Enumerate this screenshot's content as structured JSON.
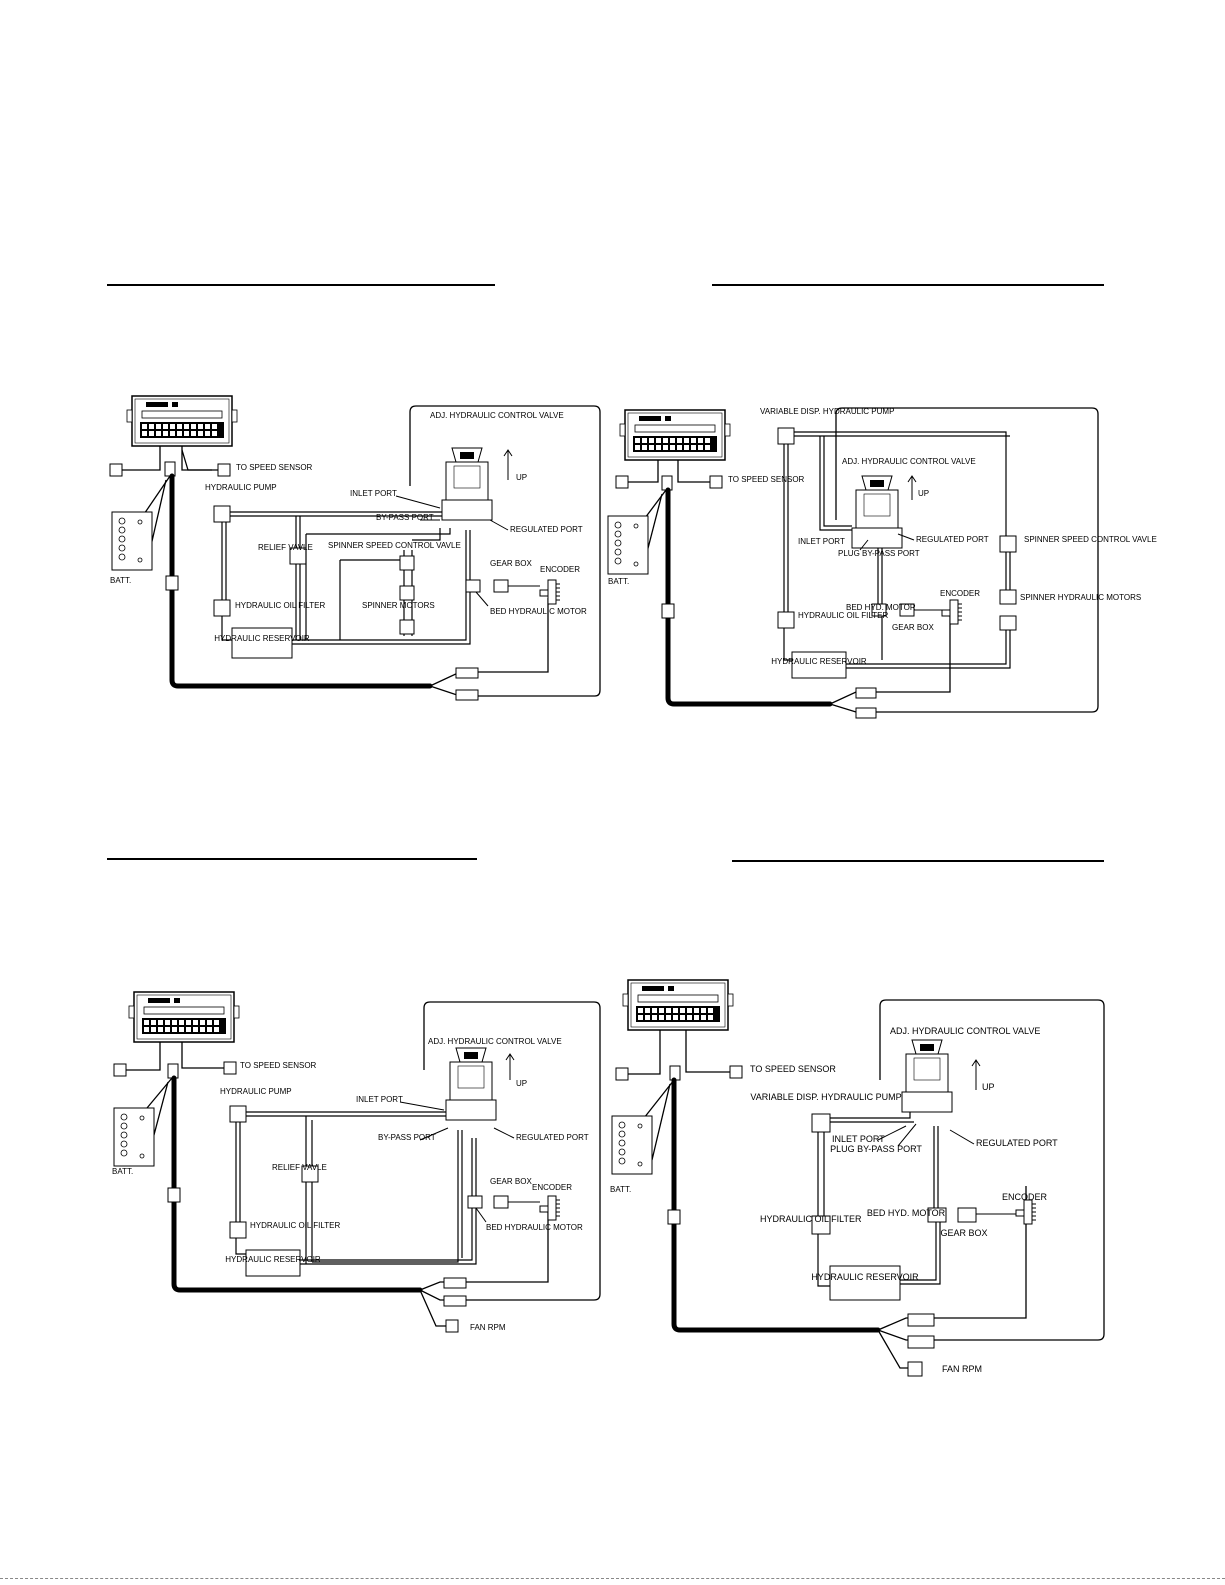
{
  "diagrams": [
    {
      "to_speed_sensor": "TO SPEED SENSOR",
      "batt": "BATT.",
      "hydraulic_pump": "HYDRAULIC PUMP",
      "relief_valve": "RELIEF VAVLE",
      "hydraulic_oil_filter": "HYDRAULIC OIL FILTER",
      "hydraulic_reservoir": "HYDRAULIC RESERVOIR",
      "adj_valve": "ADJ. HYDRAULIC CONTROL VALVE",
      "up": "UP",
      "inlet_port": "INLET PORT",
      "bypass_port": "BY-PASS PORT",
      "regulated_port": "REGULATED PORT",
      "spinner_speed_control_valve": "SPINNER SPEED CONTROL VAVLE",
      "spinner_motors": "SPINNER MOTORS",
      "gear_box": "GEAR BOX",
      "encoder": "ENCODER",
      "bed_hydraulic_motor": "BED HYDRAULIC MOTOR"
    },
    {
      "variable_pump": "VARIABLE DISP. HYDRAULIC PUMP",
      "to_speed_sensor": "TO SPEED SENSOR",
      "batt": "BATT.",
      "adj_valve": "ADJ. HYDRAULIC CONTROL VALVE",
      "up": "UP",
      "inlet_port": "INLET PORT",
      "plug_bypass_port": "PLUG BY-PASS PORT",
      "regulated_port": "REGULATED PORT",
      "spinner_speed_control_valve": "SPINNER SPEED CONTROL VAVLE",
      "spinner_hydraulic_motors": "SPINNER HYDRAULIC MOTORS",
      "hydraulic_oil_filter": "HYDRAULIC OIL FILTER",
      "bed_hyd_motor": "BED HYD. MOTOR",
      "gear_box": "GEAR BOX",
      "encoder": "ENCODER",
      "hydraulic_reservoir": "HYDRAULIC RESERVOIR"
    },
    {
      "to_speed_sensor": "TO SPEED SENSOR",
      "batt": "BATT.",
      "hydraulic_pump": "HYDRAULIC PUMP",
      "relief_valve": "RELIEF VAVLE",
      "hydraulic_oil_filter": "HYDRAULIC OIL FILTER",
      "hydraulic_reservoir": "HYDRAULIC RESERVOIR",
      "adj_valve": "ADJ. HYDRAULIC CONTROL VALVE",
      "up": "UP",
      "inlet_port": "INLET PORT",
      "bypass_port": "BY-PASS PORT",
      "regulated_port": "REGULATED PORT",
      "gear_box": "GEAR BOX",
      "encoder": "ENCODER",
      "bed_hydraulic_motor": "BED HYDRAULIC MOTOR",
      "fan_rpm": "FAN RPM"
    },
    {
      "to_speed_sensor": "TO SPEED SENSOR",
      "batt": "BATT.",
      "variable_pump": "VARIABLE DISP. HYDRAULIC PUMP",
      "adj_valve": "ADJ. HYDRAULIC CONTROL VALVE",
      "up": "UP",
      "inlet_port": "INLET PORT",
      "plug_bypass_port": "PLUG BY-PASS PORT",
      "regulated_port": "REGULATED PORT",
      "hydraulic_oil_filter": "HYDRAULIC OIL FILTER",
      "bed_hyd_motor": "BED HYD. MOTOR",
      "gear_box": "GEAR BOX",
      "encoder": "ENCODER",
      "hydraulic_reservoir": "HYDRAULIC RESERVOIR",
      "fan_rpm": "FAN RPM"
    }
  ]
}
